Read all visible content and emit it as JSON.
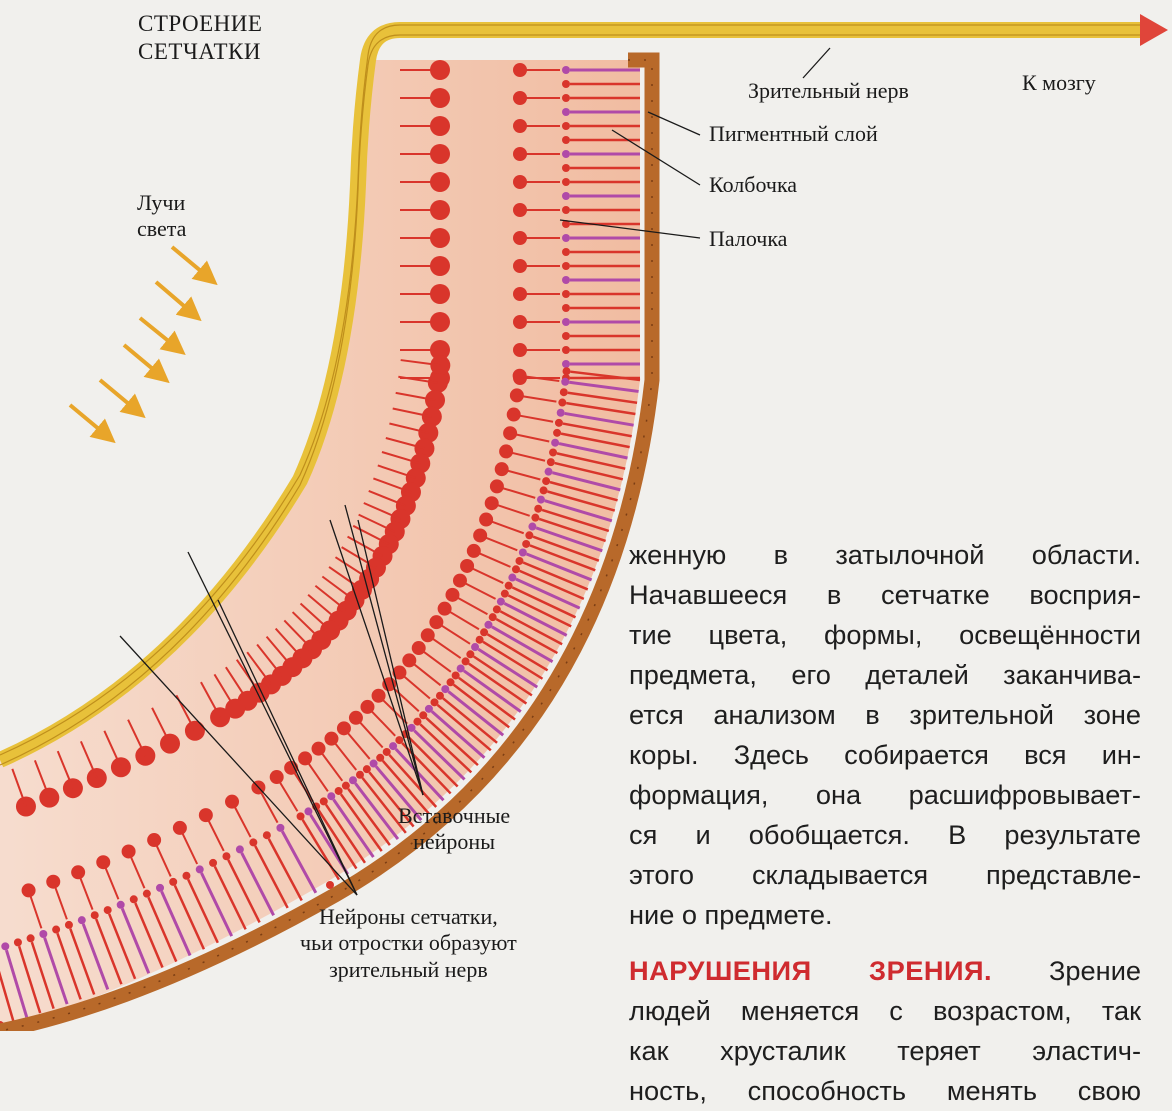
{
  "figure": {
    "title": [
      "СТРОЕНИЕ",
      "СЕТЧАТКИ"
    ],
    "labels": {
      "light": [
        "Лучи",
        "света"
      ],
      "optic_nerve": "Зрительный нерв",
      "to_brain": "К мозгу",
      "pigment_layer": "Пигментный слой",
      "cone": "Колбочка",
      "rod": "Палочка",
      "interneurons": [
        "Вставочные",
        "нейроны"
      ],
      "retinal_neurons": [
        "Нейроны сетчатки,",
        "чьи отростки образуют",
        "зрительный нерв"
      ]
    },
    "colors": {
      "nerve": "#e8c13a",
      "neuron": "#d9352b",
      "tissue": "#f2b9a2",
      "pigment": "#b8692a",
      "rod": "#b04aa8",
      "arrow": "#e8a52a",
      "heading": "#cf2b2f"
    }
  },
  "text": {
    "lines": [
      "женную в затылочной области.",
      "Начавшееся в сетчатке восприя-",
      "тие цвета, формы, освещённости",
      "предмета, его деталей заканчива-",
      "ется анализом в зрительной зоне",
      "коры. Здесь собирается вся ин-",
      "формация, она расшифровывает-",
      "ся и обобщается. В результате",
      "этого складывается представле-",
      "ние о предмете."
    ],
    "section_heading": "НАРУШЕНИЯ ЗРЕНИЯ.",
    "section_lines": [
      "Зрение",
      "людей меняется с возрастом, так",
      "как хрусталик теряет эластич-",
      "ность, способность менять свою"
    ]
  }
}
